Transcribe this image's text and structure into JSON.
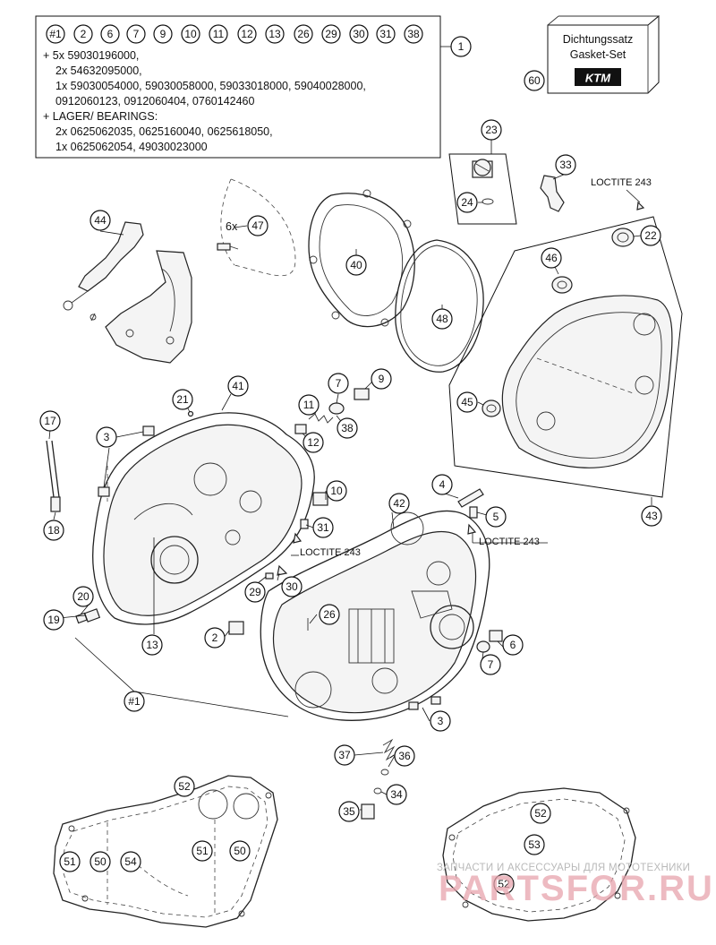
{
  "kit_box": {
    "refs": [
      "#1",
      "2",
      "6",
      "7",
      "9",
      "10",
      "11",
      "12",
      "13",
      "26",
      "29",
      "30",
      "31",
      "38"
    ],
    "lines": [
      "+ 5x 59030196000,",
      "2x 54632095000,",
      "1x 59030054000, 59030058000, 59033018000, 59040028000,",
      "0912060123, 0912060404, 0760142460",
      "+ LAGER/ BEARINGS:",
      "2x 0625062035, 0625160040, 0625618050,",
      "1x 0625062054, 49030023000"
    ],
    "callout": "1"
  },
  "gasket_set": {
    "line1": "Dichtungssatz",
    "line2": "Gasket-Set",
    "logo": "KTM",
    "callout": "60"
  },
  "loctite_labels": [
    "LOCTITE 243",
    "LOCTITE 243",
    "LOCTITE 243"
  ],
  "callouts": {
    "c44": "44",
    "c47": "47",
    "c47_qty": "6x",
    "c40": "40",
    "c48": "48",
    "c23": "23",
    "c24": "24",
    "c33": "33",
    "c22": "22",
    "c46": "46",
    "c45": "45",
    "c43": "43",
    "c21": "21",
    "c41": "41",
    "c11": "11",
    "c7a": "7",
    "c9": "9",
    "c38": "38",
    "c12": "12",
    "c17": "17",
    "c3a": "3",
    "c18": "18",
    "c10": "10",
    "c31": "31",
    "c4": "4",
    "c5": "5",
    "c42": "42",
    "c30": "30",
    "c29": "29",
    "c20": "20",
    "c19": "19",
    "c13": "13",
    "c2": "2",
    "c26": "26",
    "c6": "6",
    "c7b": "7",
    "c1b": "#1",
    "c3b": "3",
    "c37": "37",
    "c36": "36",
    "c34": "34",
    "c35": "35",
    "c52a": "52",
    "c51a": "51",
    "c50a": "50",
    "c54": "54",
    "c51b": "51",
    "c50b": "50",
    "c52b": "52",
    "c53": "53",
    "c52c": "52"
  },
  "watermark": {
    "line1": "ЗАПЧАСТИ И АКСЕССУАРЫ ДЛЯ МОТОТЕХНИКИ",
    "line2": "PARTSFOR.RU"
  }
}
